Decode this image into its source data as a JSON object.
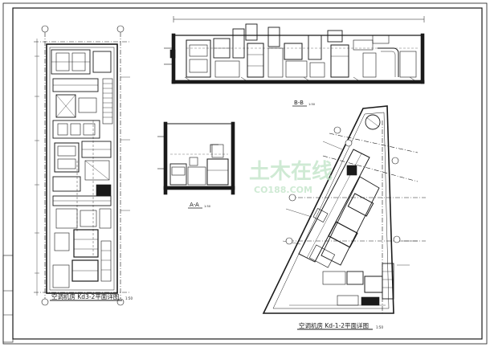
{
  "plans": {
    "left_plan": {
      "title": "空调机房 Kd3-2平面详图",
      "scale": "1:50"
    },
    "section_bb": {
      "title": "B-B",
      "scale": "1:50"
    },
    "section_aa": {
      "title": "A-A",
      "scale": "1:50"
    },
    "right_plan": {
      "title": "空调机房 Kd-1-2平面详图",
      "scale": "1:50"
    }
  },
  "watermark": {
    "brand": "土木在线",
    "url": "CO188.COM"
  },
  "colors": {
    "line": "#1a1a1a",
    "watermark": "#bfe3c6",
    "paper": "#ffffff"
  }
}
